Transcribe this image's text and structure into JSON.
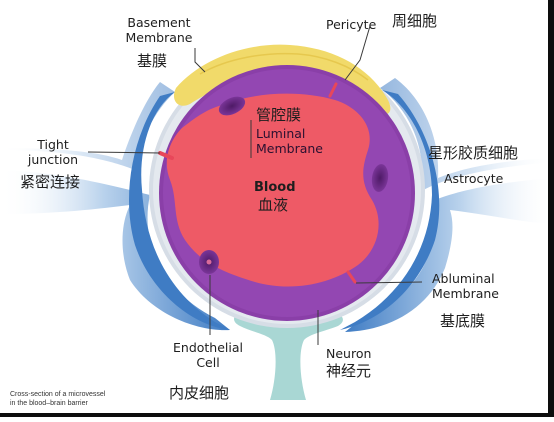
{
  "labels": {
    "basement_membrane_en": "Basement\nMembrane",
    "basement_membrane_zh": "基膜",
    "pericyte_en": "Pericyte",
    "pericyte_zh": "周细胞",
    "tight_junction_en": "Tight\njunction",
    "tight_junction_zh": "紧密连接",
    "luminal_membrane_zh": "管腔膜",
    "luminal_membrane_en": "Luminal\nMembrane",
    "blood_en": "Blood",
    "blood_zh": "血液",
    "astrocyte_zh": "星形胶质细胞",
    "astrocyte_en": "Astrocyte",
    "abluminal_membrane_en": "Abluminal\nMembrane",
    "abluminal_membrane_zh": "基底膜",
    "endothelial_cell_en": "Endothelial\nCell",
    "endothelial_cell_zh": "内皮细胞",
    "neuron_en": "Neuron",
    "neuron_zh": "神经元"
  },
  "caption": "Cross-section of a microvessel\nin the blood–brain barrier",
  "colors": {
    "blood": "#ee5a66",
    "endothelium": "#8a3fa8",
    "endothelium_light": "#9c5bbd",
    "nucleus": "#6a2a86",
    "basement_membrane": "#d6dde6",
    "pericyte": "#f1da6a",
    "astrocyte": "#4a82c6",
    "neuron": "#a9d7d4",
    "tight_junction": "#e8475a"
  }
}
